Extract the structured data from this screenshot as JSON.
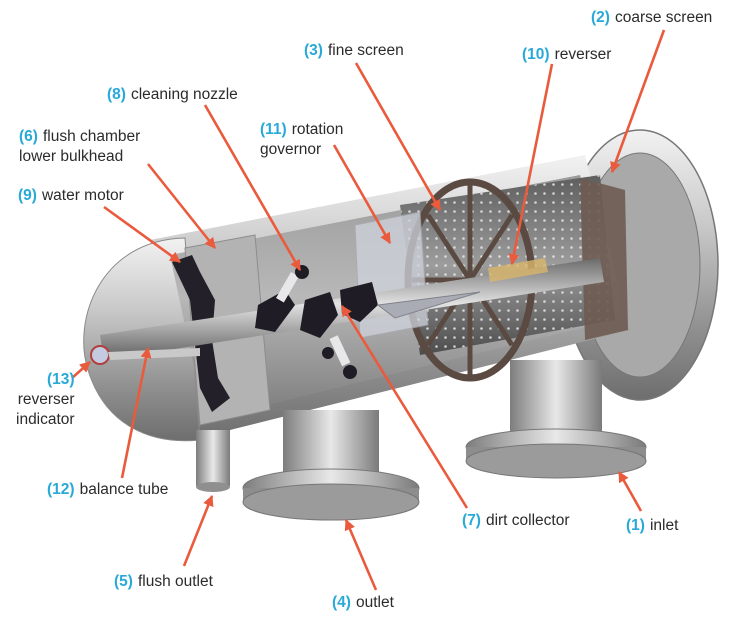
{
  "colors": {
    "callout_number": "#29a9d8",
    "arrow": "#ea5a3c",
    "label_text": "#2b2b2b"
  },
  "labels": {
    "coarse_screen": {
      "num": "(2)",
      "text": "coarse screen"
    },
    "fine_screen": {
      "num": "(3)",
      "text": "fine screen"
    },
    "reverser": {
      "num": "(10)",
      "text": "reverser"
    },
    "cleaning_nozzle": {
      "num": "(8)",
      "text": "cleaning nozzle"
    },
    "rotation_governor": {
      "num": "(11)",
      "line1": "rotation",
      "line2": "governor"
    },
    "flush_chamber": {
      "num": "(6)",
      "line1": "flush chamber",
      "line2": "lower bulkhead"
    },
    "water_motor": {
      "num": "(9)",
      "text": "water motor"
    },
    "reverser_indicator": {
      "num": "(13)",
      "line1": "reverser",
      "line2": "indicator"
    },
    "balance_tube": {
      "num": "(12)",
      "text": "balance tube"
    },
    "flush_outlet": {
      "num": "(5)",
      "text": "flush outlet"
    },
    "outlet": {
      "num": "(4)",
      "text": "outlet"
    },
    "dirt_collector": {
      "num": "(7)",
      "text": "dirt collector"
    },
    "inlet": {
      "num": "(1)",
      "text": "inlet"
    }
  }
}
